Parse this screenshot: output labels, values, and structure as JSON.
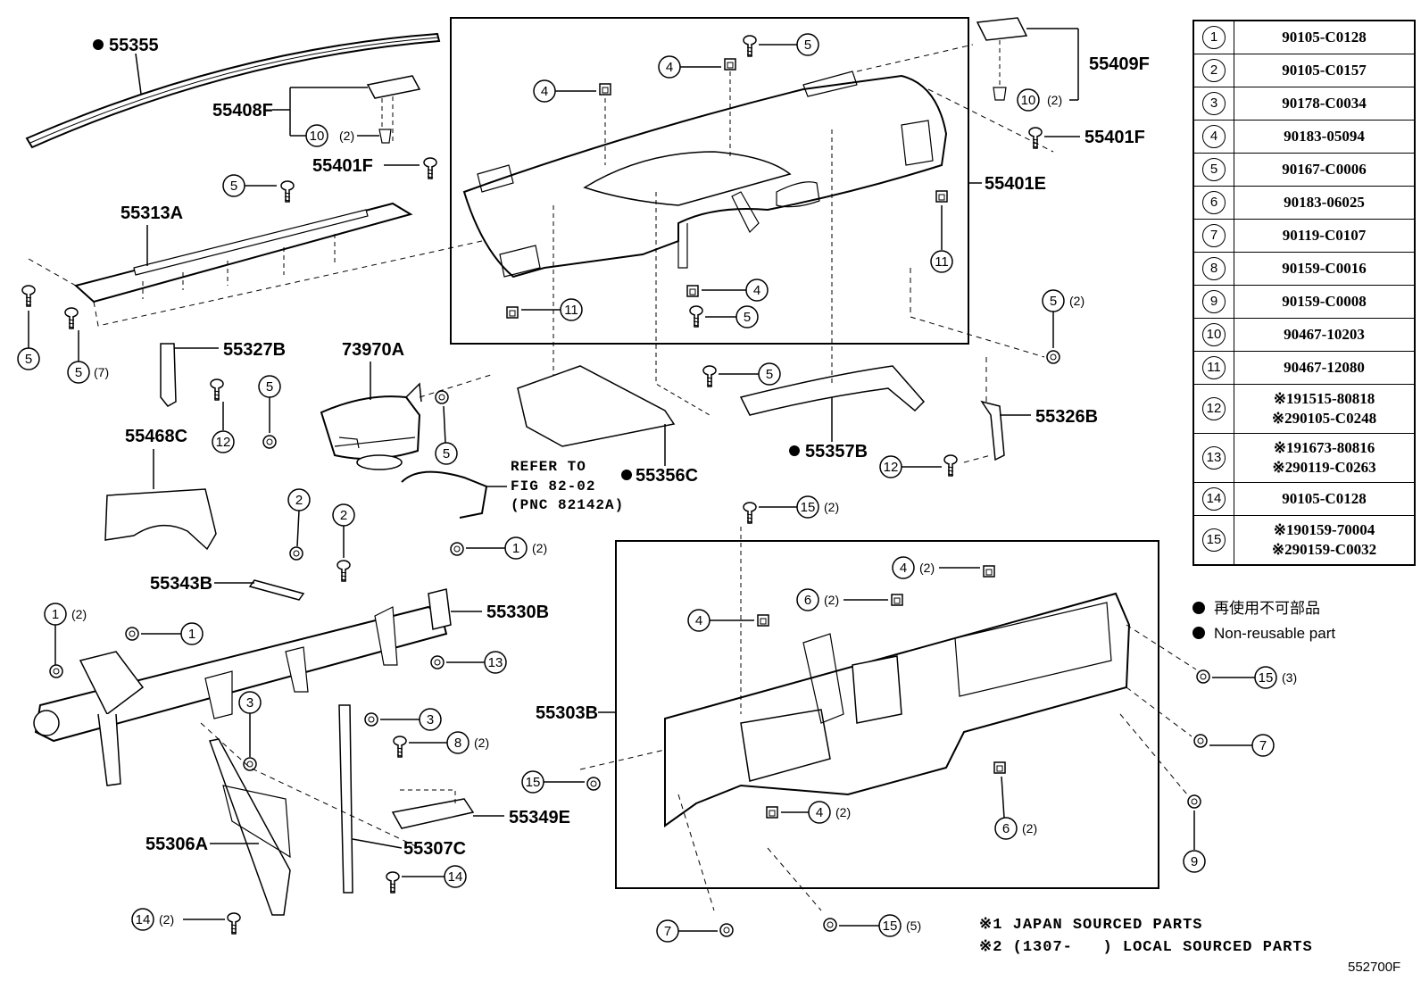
{
  "parts_table": [
    {
      "ref": "1",
      "pn": [
        "90105-C0128"
      ]
    },
    {
      "ref": "2",
      "pn": [
        "90105-C0157"
      ]
    },
    {
      "ref": "3",
      "pn": [
        "90178-C0034"
      ]
    },
    {
      "ref": "4",
      "pn": [
        "90183-05094"
      ]
    },
    {
      "ref": "5",
      "pn": [
        "90167-C0006"
      ]
    },
    {
      "ref": "6",
      "pn": [
        "90183-06025"
      ]
    },
    {
      "ref": "7",
      "pn": [
        "90119-C0107"
      ]
    },
    {
      "ref": "8",
      "pn": [
        "90159-C0016"
      ]
    },
    {
      "ref": "9",
      "pn": [
        "90159-C0008"
      ]
    },
    {
      "ref": "10",
      "pn": [
        "90467-10203"
      ]
    },
    {
      "ref": "11",
      "pn": [
        "90467-12080"
      ]
    },
    {
      "ref": "12",
      "pn": [
        "※191515-80818",
        "※290105-C0248"
      ]
    },
    {
      "ref": "13",
      "pn": [
        "※191673-80816",
        "※290119-C0263"
      ]
    },
    {
      "ref": "14",
      "pn": [
        "90105-C0128"
      ]
    },
    {
      "ref": "15",
      "pn": [
        "※190159-70004",
        "※290159-C0032"
      ]
    }
  ],
  "legend": {
    "jp": "再使用不可部品",
    "en": "Non-reusable part"
  },
  "notes": {
    "n1": "※1 JAPAN SOURCED PARTS",
    "n2": "※2 (1307-   ) LOCAL SOURCED PARTS"
  },
  "figure_code": "552700F",
  "refer": {
    "l1": "REFER TO",
    "l2": "FIG 82-02",
    "l3": "(PNC 82142A)"
  },
  "labels": {
    "p55355": "55355",
    "p55408F": "55408F",
    "p55401F_a": "55401F",
    "p55313A": "55313A",
    "p55327B": "55327B",
    "p73970A": "73970A",
    "p55468C": "55468C",
    "p55343B": "55343B",
    "p55330B": "55330B",
    "p55306A": "55306A",
    "p55307C": "55307C",
    "p55349E": "55349E",
    "p55356C": "55356C",
    "p55357B": "55357B",
    "p55326B": "55326B",
    "p55303B": "55303B",
    "p55409F": "55409F",
    "p55401F_b": "55401F",
    "p55401E": "55401E"
  },
  "callouts": {
    "c1": "1",
    "c2": "2",
    "c3": "3",
    "c4": "4",
    "c5": "5",
    "c6": "6",
    "c7": "7",
    "c8": "8",
    "c9": "9",
    "c10": "10",
    "c11": "11",
    "c12": "12",
    "c13": "13",
    "c14": "14",
    "c15": "15"
  },
  "qty": {
    "q2": "(2)",
    "q3": "(3)",
    "q5": "(5)",
    "q7": "(7)"
  }
}
